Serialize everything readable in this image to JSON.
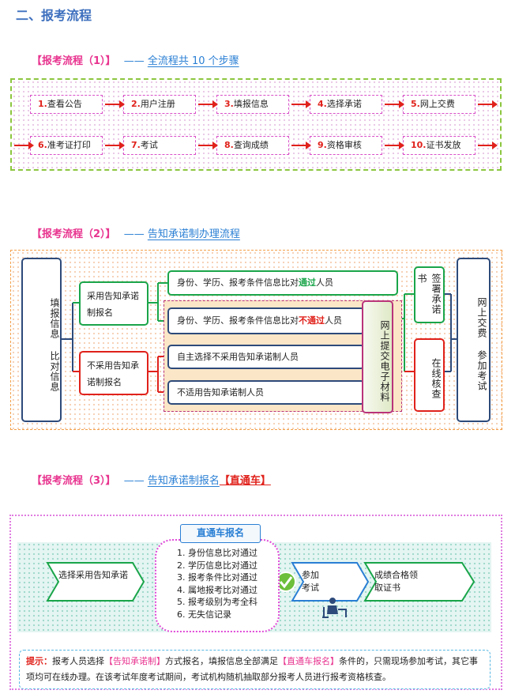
{
  "heading": "二、报考流程",
  "section1": {
    "bracket": "【报考流程（1）】",
    "dash": "——",
    "subtitle": "全流程共 10 个步骤",
    "steps": [
      {
        "num": "1.",
        "label": "查看公告"
      },
      {
        "num": "2.",
        "label": "用户注册"
      },
      {
        "num": "3.",
        "label": "填报信息"
      },
      {
        "num": "4.",
        "label": "选择承诺"
      },
      {
        "num": "5.",
        "label": "网上交费"
      },
      {
        "num": "6.",
        "label": "准考证打印"
      },
      {
        "num": "7.",
        "label": "考试"
      },
      {
        "num": "8.",
        "label": "查询成绩"
      },
      {
        "num": "9.",
        "label": "资格审核"
      },
      {
        "num": "10.",
        "label": "证书发放"
      }
    ]
  },
  "section2": {
    "bracket": "【报考流程（2）】",
    "dash": "——",
    "subtitle": "告知承诺制办理流程",
    "start": "填报信息 比对信息",
    "adopt": "采用告知承诺制报名",
    "non_adopt": "不采用告知承诺制报名",
    "pass_prefix": "身份、学历、报考条件信息比对",
    "pass_word": "通过",
    "pass_suffix": "人员",
    "fail_prefix": "身份、学历、报考条件信息比对",
    "fail_word": "不通过",
    "fail_suffix": "人员",
    "self_choose": "自主选择不采用告知承诺制人员",
    "not_applicable": "不适用告知承诺制人员",
    "submit": "网上提交电子材料",
    "sign": "签署承诺书",
    "online_check": "在线核查",
    "final": "网上交费 参加考试"
  },
  "section3": {
    "bracket": "【报考流程（3）】",
    "dash": "——",
    "subtitle": "告知承诺制报名",
    "highlight": "【直通车】",
    "banner": "直通车报名",
    "choose": "选择采用告知承诺",
    "conditions": [
      "1. 身份信息比对通过",
      "2. 学历信息比对通过",
      "3. 报考条件比对通过",
      "4. 属地报考比对通过",
      "5. 报考级别为考全科",
      "6. 无失信记录"
    ],
    "attend": "参加考试",
    "result": "成绩合格领取证书",
    "tip": {
      "label": "提示：",
      "t1": "报考人员选择",
      "h1": "【告知承诺制】",
      "t2": "方式报名，填报信息全部满足",
      "h2": "【直通车报名】",
      "t3": "条件的，只需现场参加考试，其它事项均可在线办理。在该考试年度考试期间，考试机构随机抽取部分报考人员进行报考资格核查。"
    }
  },
  "colors": {
    "heading": "#3d6fbe",
    "accent_pink": "#e8348f",
    "accent_red": "#e0211b",
    "accent_green": "#1aa54a",
    "navy": "#2d4a7a",
    "link_blue": "#2a7fd4"
  }
}
